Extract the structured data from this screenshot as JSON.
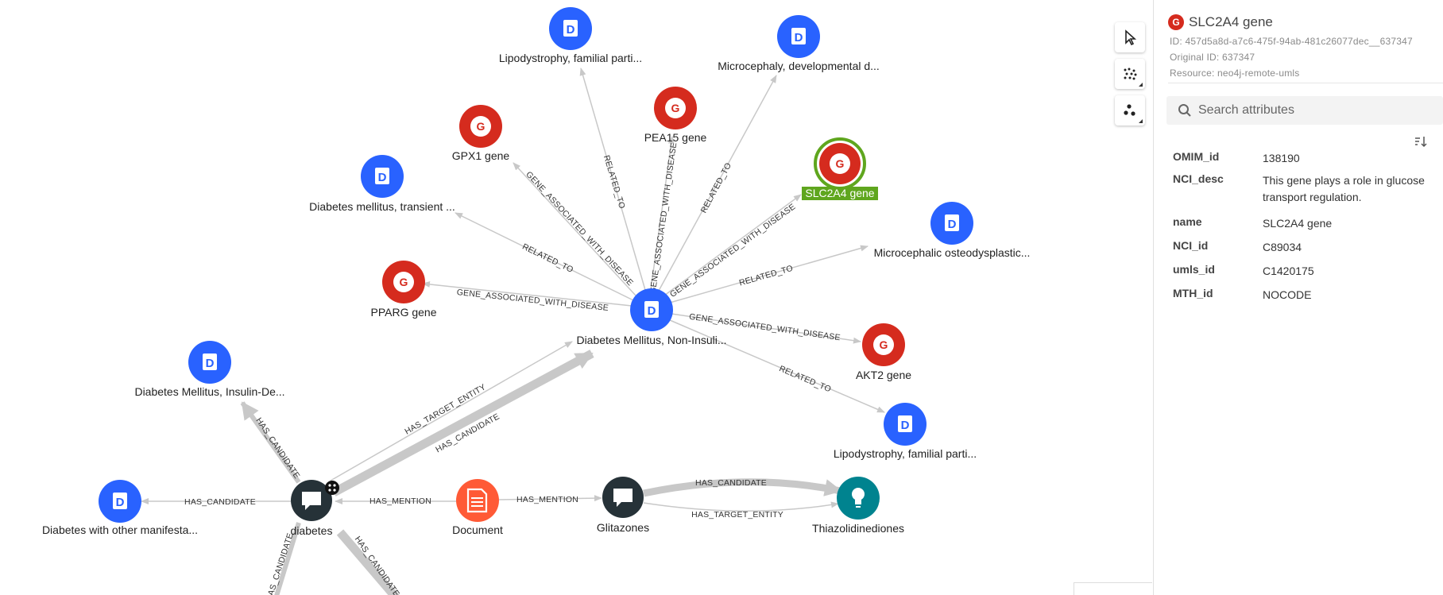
{
  "nodes": {
    "lipo_top": {
      "label": "Lipodystrophy, familial parti...",
      "type": "D"
    },
    "microcephaly_dev": {
      "label": "Microcephaly, developmental d...",
      "type": "D"
    },
    "pea15": {
      "label": "PEA15 gene",
      "type": "G"
    },
    "gpx1": {
      "label": "GPX1 gene",
      "type": "G"
    },
    "slc2a4": {
      "label": "SLC2A4 gene",
      "type": "G"
    },
    "dm_transient": {
      "label": "Diabetes mellitus, transient ...",
      "type": "D"
    },
    "microcephalic": {
      "label": "Microcephalic osteodysplastic...",
      "type": "D"
    },
    "pparg": {
      "label": "PPARG gene",
      "type": "G"
    },
    "dm_noninsulin": {
      "label": "Diabetes Mellitus, Non-Insuli...",
      "type": "D"
    },
    "akt2": {
      "label": "AKT2 gene",
      "type": "G"
    },
    "dm_insulin": {
      "label": "Diabetes Mellitus, Insulin-De...",
      "type": "D"
    },
    "lipo_bottom": {
      "label": "Lipodystrophy, familial parti...",
      "type": "D"
    },
    "dm_other": {
      "label": "Diabetes with other manifesta...",
      "type": "D"
    },
    "diabetes": {
      "label": "diabetes",
      "type": "mention"
    },
    "document": {
      "label": "Document",
      "type": "document"
    },
    "glitazones": {
      "label": "Glitazones",
      "type": "mention"
    },
    "thiazolidinediones": {
      "label": "Thiazolidinediones",
      "type": "concept"
    }
  },
  "edges": {
    "gene_assoc": "GENE_ASSOCIATED_WITH_DISEASE",
    "related_to": "RELATED_TO",
    "has_candidate": "HAS_CANDIDATE",
    "has_target_entity": "HAS_TARGET_ENTITY",
    "has_mention": "HAS_MENTION"
  },
  "node_letters": {
    "disease": "D",
    "gene": "G"
  },
  "toolbar": {
    "select_icon": "cursor-arrow-icon",
    "layout_icon": "scatter-layout-icon",
    "cluster_icon": "cluster-layout-icon"
  },
  "panel": {
    "badge": "G",
    "title": "SLC2A4 gene",
    "id_line": "ID: 457d5a8d-a7c6-475f-94ab-481c26077dec__637347",
    "original_id_line": "Original ID: 637347",
    "resource_line": "Resource: neo4j-remote-umls",
    "search_placeholder": "Search attributes",
    "attributes": [
      {
        "key": "OMIM_id",
        "value": "138190"
      },
      {
        "key": "NCI_desc",
        "value": "This gene plays a role in glucose transport regulation."
      },
      {
        "key": "name",
        "value": "SLC2A4 gene"
      },
      {
        "key": "NCI_id",
        "value": "C89034"
      },
      {
        "key": "umls_id",
        "value": "C1420175"
      },
      {
        "key": "MTH_id",
        "value": "NOCODE"
      }
    ]
  },
  "colors": {
    "disease": "#2962ff",
    "gene": "#d52b1e",
    "mention": "#263238",
    "document": "#ff5a36",
    "concept": "#00838f",
    "selected_ring": "#5fa61e",
    "edge": "#c8c8c8"
  }
}
